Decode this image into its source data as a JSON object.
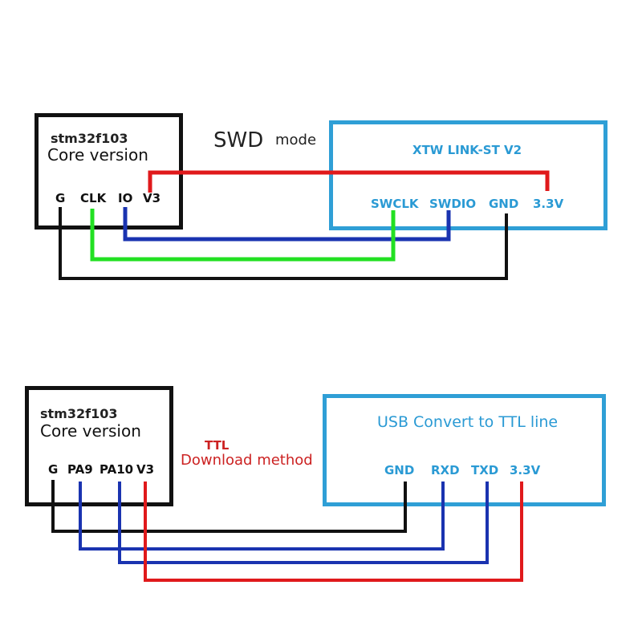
{
  "colors": {
    "mcu_border": "#111111",
    "device_border": "#2f9fd6",
    "wire_red": "#e0191b",
    "wire_green": "#22e022",
    "wire_blue": "#1a33b0",
    "wire_black": "#111111",
    "label_blue": "#2a9ad4",
    "label_red": "#cc2222"
  },
  "swd": {
    "mcu": {
      "chip": "stm32f103",
      "subtitle": "Core version",
      "pins": [
        "G",
        "CLK",
        "IO",
        "V3"
      ]
    },
    "mode": {
      "main": "SWD",
      "suffix": "mode"
    },
    "device": {
      "title": "XTW LINK-ST V2",
      "pins": [
        "SWCLK",
        "SWDIO",
        "GND",
        "3.3V"
      ]
    },
    "connections": [
      {
        "from": "V3",
        "to": "3.3V",
        "color": "red"
      },
      {
        "from": "CLK",
        "to": "SWCLK",
        "color": "green"
      },
      {
        "from": "IO",
        "to": "SWDIO",
        "color": "blue"
      },
      {
        "from": "G",
        "to": "GND",
        "color": "black"
      }
    ]
  },
  "ttl": {
    "mcu": {
      "chip": "stm32f103",
      "subtitle": "Core version",
      "pins": [
        "G",
        "PA9",
        "PA10",
        "V3"
      ]
    },
    "mode": {
      "main": "TTL",
      "suffix": "Download method"
    },
    "device": {
      "title": "USB Convert to TTL line",
      "pins": [
        "GND",
        "RXD",
        "TXD",
        "3.3V"
      ]
    },
    "connections": [
      {
        "from": "G",
        "to": "GND",
        "color": "black"
      },
      {
        "from": "PA9",
        "to": "RXD",
        "color": "blue"
      },
      {
        "from": "PA10",
        "to": "TXD",
        "color": "blue"
      },
      {
        "from": "V3",
        "to": "3.3V",
        "color": "red"
      }
    ]
  }
}
